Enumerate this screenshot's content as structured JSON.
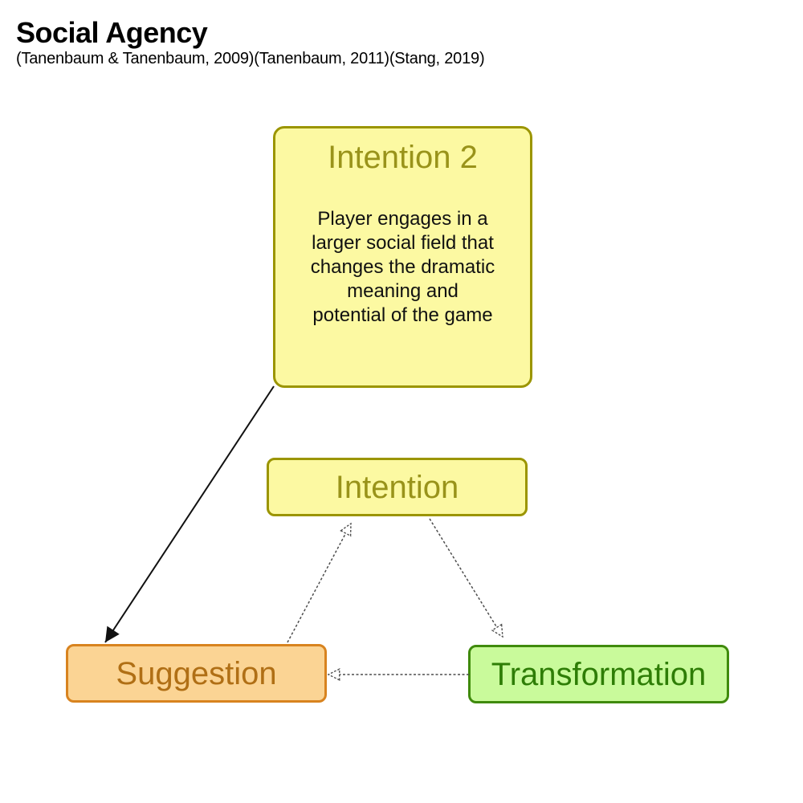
{
  "header": {
    "title": "Social Agency",
    "citation": "(Tanenbaum & Tanenbaum, 2009)(Tanenbaum, 2011)(Stang, 2019)"
  },
  "diagram": {
    "nodes": {
      "intention2": {
        "title": "Intention 2",
        "body": "Player engages in a larger social field that changes the dramatic meaning and potential of the game",
        "body_lines": {
          "0": "Player engages in a",
          "1": "larger social field that",
          "2": "changes the dramatic",
          "3": "meaning and",
          "4": "potential of the game"
        },
        "fill": "#FCF9A2",
        "border": "#9B9500",
        "text_color": "#99931A"
      },
      "intention": {
        "label": "Intention",
        "fill": "#FCF9A2",
        "border": "#9B9500",
        "text_color": "#99931A"
      },
      "suggestion": {
        "label": "Suggestion",
        "fill": "#FBD494",
        "border": "#D8831F",
        "text_color": "#B06F15"
      },
      "transformation": {
        "label": "Transformation",
        "fill": "#C9FA9B",
        "border": "#3F8A0C",
        "text_color": "#2E7D06"
      }
    },
    "edges": [
      {
        "from": "intention2",
        "to": "suggestion",
        "style": "solid",
        "color": "#111111",
        "arrowhead": "filled"
      },
      {
        "from": "suggestion",
        "to": "intention",
        "style": "dashed",
        "color": "#4D4D4D",
        "arrowhead": "open"
      },
      {
        "from": "intention",
        "to": "transformation",
        "style": "dashed",
        "color": "#4D4D4D",
        "arrowhead": "open"
      },
      {
        "from": "transformation",
        "to": "suggestion",
        "style": "dashed",
        "color": "#4D4D4D",
        "arrowhead": "open"
      }
    ]
  }
}
